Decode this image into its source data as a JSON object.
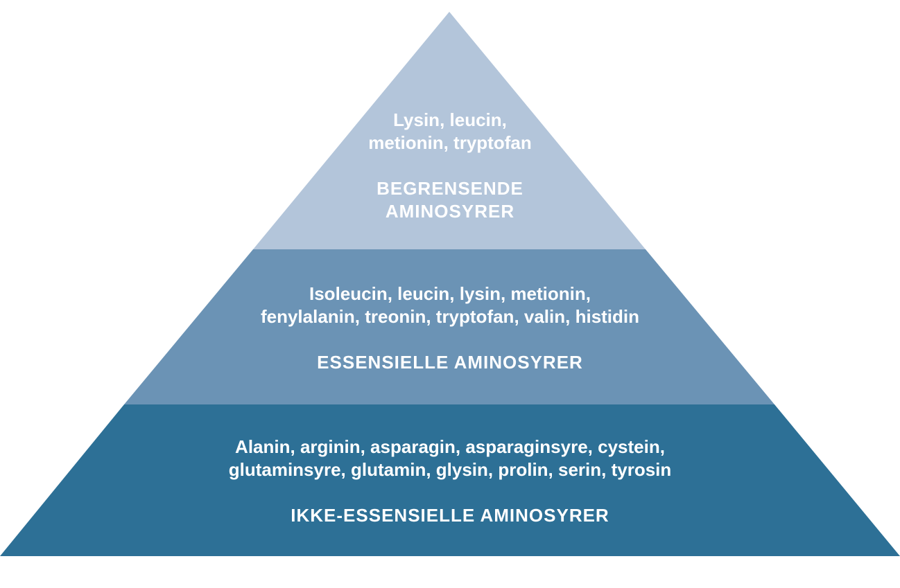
{
  "colors": {
    "top": "#b3c5da",
    "middle": "#6b93b5",
    "bottom": "#2d7096",
    "text": "#ffffff"
  },
  "pyramid": {
    "top": {
      "items": [
        "Lysin, leucin,",
        "metionin, tryptofan"
      ],
      "label": [
        "BEGRENSENDE",
        "AMINOSYRER"
      ]
    },
    "middle": {
      "items": [
        "Isoleucin, leucin, lysin, metionin,",
        "fenylalanin, treonin, tryptofan, valin, histidin"
      ],
      "label": [
        "ESSENSIELLE AMINOSYRER"
      ]
    },
    "bottom": {
      "items": [
        "Alanin, arginin, asparagin, asparaginsyre, cystein,",
        "glutaminsyre, glutamin, glysin, prolin, serin, tyrosin"
      ],
      "label": [
        "IKKE-ESSENSIELLE AMINOSYRER"
      ]
    }
  }
}
